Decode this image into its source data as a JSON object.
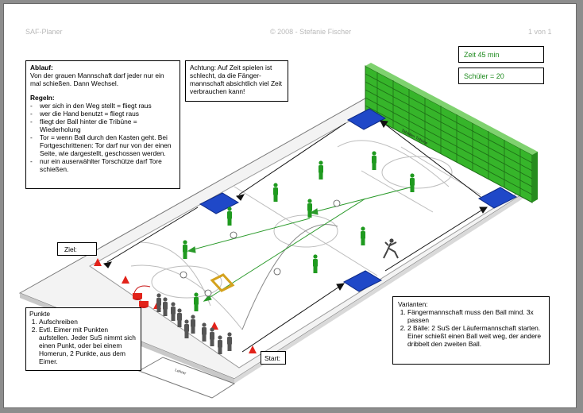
{
  "header": {
    "left": "SAF-Planer",
    "center": "© 2008 - Stefanie Fischer",
    "right": "1 von 1"
  },
  "ablauf": {
    "title": "Ablauf:",
    "text": "Von der grauen Mannschaft darf jeder nur ein mal schießen. Dann Wechsel.",
    "regeln_title": "Regeln:",
    "regeln": [
      "wer sich in den Weg stellt = fliegt raus",
      "wer die Hand benutzt = fliegt raus",
      "fliegt der Ball hinter die Tribüne = Wiederholung",
      "Tor = wenn Ball durch den Kasten geht. Bei Fortgeschrittenen: Tor darf nur von der einen Seite, wie dargestellt, geschossen werden.",
      "nur ein auserwählter Torschütze darf Tore schießen."
    ]
  },
  "achtung": {
    "text": "Achtung: Auf Zeit spielen ist schlecht, da die Fänger-mannschaft absichtlich viel Zeit verbrauchen kann!"
  },
  "zeit": {
    "text": "Zeit 45 min"
  },
  "schueler": {
    "text": "Schüler = 20"
  },
  "ziel": {
    "text": "Ziel:"
  },
  "start": {
    "text": "Start:"
  },
  "punkte": {
    "title": "Punkte",
    "items": [
      "Aufschreiben",
      "Evtl. Eimer mit Punkten aufstellen. Jeder SuS nimmt sich einen Punkt, oder bei einem Homerun, 2 Punkte, aus dem Eimer."
    ]
  },
  "varianten": {
    "title": "Varianten:",
    "items": [
      "Fängermannschaft muss den Ball mind. 3x passen",
      "2 Bälle: 2 SuS der Läufermannschaft starten. Einer schießt einen Ball weit weg, der andere dribbelt den zweiten Ball."
    ]
  },
  "court": {
    "tribune_label": "Tribüne",
    "tribune_sign": "Tabellen Tribüne",
    "lehrer_label": "Lehrer"
  },
  "colors": {
    "floor": "#ffffff",
    "court_line": "#b8b8b8",
    "mat": "#1f48c8",
    "tribune": "#38b82a",
    "team_green": "#1f9a1f",
    "team_grey": "#555555",
    "cone": "#e2231a",
    "goal": "#d4a21e",
    "arrow_green": "#2a9a2a"
  }
}
